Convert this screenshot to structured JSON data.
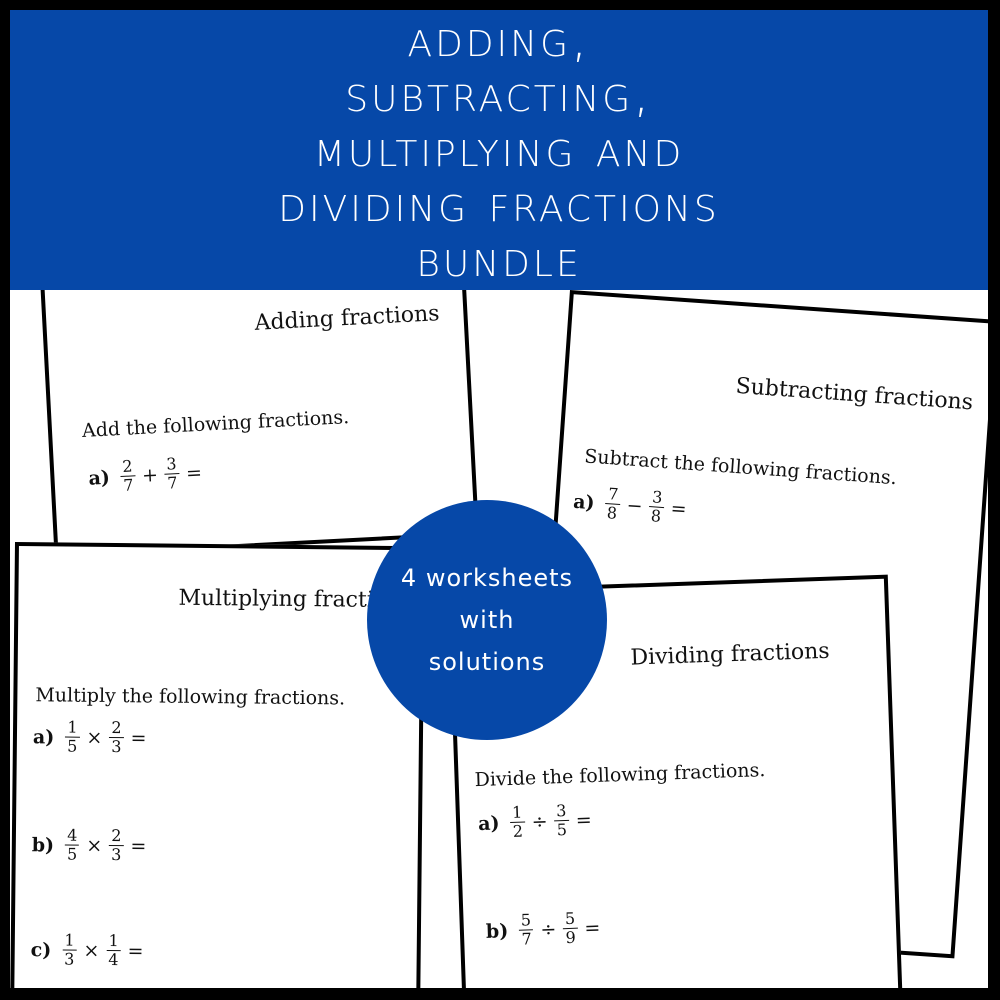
{
  "banner": {
    "lines": [
      "Adding,",
      "subtracting,",
      "multiplying and",
      "dividing fractions",
      "Bundle"
    ]
  },
  "badge": {
    "lines": [
      "4 worksheets",
      "with",
      "solutions"
    ]
  },
  "sheets": {
    "add": {
      "title": "Adding fractions",
      "instruction": "Add the following fractions.",
      "problems": [
        {
          "label": "a)",
          "n1": "2",
          "d1": "7",
          "op": "+",
          "n2": "3",
          "d2": "7",
          "eq": "="
        }
      ]
    },
    "sub": {
      "title": "Subtracting fractions",
      "instruction": "Subtract the following fractions.",
      "problems": [
        {
          "label": "a)",
          "n1": "7",
          "d1": "8",
          "op": "−",
          "n2": "3",
          "d2": "8",
          "eq": "="
        }
      ]
    },
    "mul": {
      "title": "Multiplying fractions",
      "instruction": "Multiply the following fractions.",
      "problems": [
        {
          "label": "a)",
          "n1": "1",
          "d1": "5",
          "op": "×",
          "n2": "2",
          "d2": "3",
          "eq": "="
        },
        {
          "label": "b)",
          "n1": "4",
          "d1": "5",
          "op": "×",
          "n2": "2",
          "d2": "3",
          "eq": "="
        },
        {
          "label": "c)",
          "n1": "1",
          "d1": "3",
          "op": "×",
          "n2": "1",
          "d2": "4",
          "eq": "="
        }
      ]
    },
    "div": {
      "title": "Dividing fractions",
      "instruction": "Divide the following fractions.",
      "problems": [
        {
          "label": "a)",
          "n1": "1",
          "d1": "2",
          "op": "÷",
          "n2": "3",
          "d2": "5",
          "eq": "="
        },
        {
          "label": "b)",
          "n1": "5",
          "d1": "7",
          "op": "÷",
          "n2": "5",
          "d2": "9",
          "eq": "="
        }
      ]
    }
  },
  "colors": {
    "brand_blue": "#0648a8",
    "border": "#000000",
    "sheet_bg": "#ffffff"
  }
}
